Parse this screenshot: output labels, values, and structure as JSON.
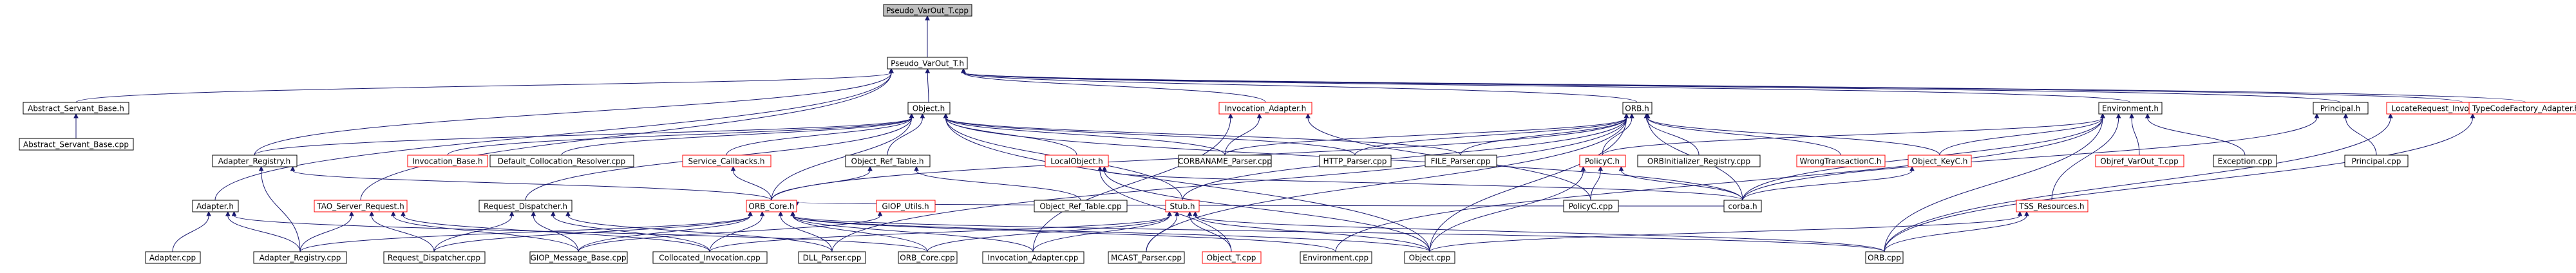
{
  "graph": {
    "root": "Pseudo_VarOut_T.cpp",
    "colors": {
      "edge": "#191970",
      "node_border": "#000000",
      "node_border_truncated": "#ff0000",
      "root_fill": "#bfbfbf"
    },
    "nodes": [
      {
        "id": "n0",
        "label": "Pseudo_VarOut_T.cpp",
        "root": true
      },
      {
        "id": "n1",
        "label": "Pseudo_VarOut_T.h"
      },
      {
        "id": "n2",
        "label": "Abstract_Servant_Base.h"
      },
      {
        "id": "n3",
        "label": "Abstract_Servant_Base.cpp"
      },
      {
        "id": "n4",
        "label": "Object.h"
      },
      {
        "id": "n5",
        "label": "Invocation_Adapter.h",
        "truncated": true
      },
      {
        "id": "n6",
        "label": "ORB.h"
      },
      {
        "id": "n7",
        "label": "Environment.h"
      },
      {
        "id": "n8",
        "label": "Principal.h"
      },
      {
        "id": "n9",
        "label": "LocateRequest_Invocation_Adapter.h",
        "truncated": true
      },
      {
        "id": "n10",
        "label": "TypeCodeFactory_Adapter.h",
        "truncated": true
      },
      {
        "id": "n11",
        "label": "Adapter_Registry.h"
      },
      {
        "id": "n12",
        "label": "Invocation_Base.h",
        "truncated": true
      },
      {
        "id": "n13",
        "label": "Default_Collocation_Resolver.cpp"
      },
      {
        "id": "n14",
        "label": "Service_Callbacks.h",
        "truncated": true
      },
      {
        "id": "n15",
        "label": "Object_Ref_Table.h"
      },
      {
        "id": "n16",
        "label": "LocalObject.h",
        "truncated": true
      },
      {
        "id": "n17",
        "label": "CORBANAME_Parser.cpp"
      },
      {
        "id": "n18",
        "label": "HTTP_Parser.cpp"
      },
      {
        "id": "n19",
        "label": "FILE_Parser.cpp"
      },
      {
        "id": "n20",
        "label": "PolicyC.h",
        "truncated": true
      },
      {
        "id": "n21",
        "label": "ORBInitializer_Registry.cpp"
      },
      {
        "id": "n22",
        "label": "WrongTransactionC.h",
        "truncated": true
      },
      {
        "id": "n23",
        "label": "Object_KeyC.h",
        "truncated": true
      },
      {
        "id": "n24",
        "label": "Objref_VarOut_T.cpp",
        "truncated": true
      },
      {
        "id": "n25",
        "label": "Exception.cpp"
      },
      {
        "id": "n26",
        "label": "Principal.cpp"
      },
      {
        "id": "n27",
        "label": "Adapter.h"
      },
      {
        "id": "n28",
        "label": "TAO_Server_Request.h",
        "truncated": true
      },
      {
        "id": "n29",
        "label": "Request_Dispatcher.h"
      },
      {
        "id": "n30",
        "label": "ORB_Core.h",
        "truncated": true
      },
      {
        "id": "n31",
        "label": "GIOP_Utils.h",
        "truncated": true
      },
      {
        "id": "n32",
        "label": "Object_Ref_Table.cpp"
      },
      {
        "id": "n33",
        "label": "Stub.h",
        "truncated": true
      },
      {
        "id": "n34",
        "label": "PolicyC.cpp"
      },
      {
        "id": "n35",
        "label": "corba.h"
      },
      {
        "id": "n36",
        "label": "TSS_Resources.h",
        "truncated": true
      },
      {
        "id": "n37",
        "label": "Adapter.cpp"
      },
      {
        "id": "n38",
        "label": "Adapter_Registry.cpp"
      },
      {
        "id": "n39",
        "label": "Request_Dispatcher.cpp"
      },
      {
        "id": "n40",
        "label": "GIOP_Message_Base.cpp"
      },
      {
        "id": "n41",
        "label": "Collocated_Invocation.cpp"
      },
      {
        "id": "n42",
        "label": "DLL_Parser.cpp"
      },
      {
        "id": "n43",
        "label": "ORB_Core.cpp"
      },
      {
        "id": "n44",
        "label": "Invocation_Adapter.cpp"
      },
      {
        "id": "n45",
        "label": "MCAST_Parser.cpp"
      },
      {
        "id": "n46",
        "label": "Object_T.cpp",
        "truncated": true
      },
      {
        "id": "n47",
        "label": "Environment.cpp"
      },
      {
        "id": "n48",
        "label": "Object.cpp"
      },
      {
        "id": "n49",
        "label": "ORB.cpp"
      }
    ],
    "edges": [
      [
        "n1",
        "n0"
      ],
      [
        "n2",
        "n1"
      ],
      [
        "n4",
        "n1"
      ],
      [
        "n5",
        "n1"
      ],
      [
        "n6",
        "n1"
      ],
      [
        "n7",
        "n1"
      ],
      [
        "n8",
        "n1"
      ],
      [
        "n9",
        "n1"
      ],
      [
        "n10",
        "n1"
      ],
      [
        "n27",
        "n1"
      ],
      [
        "n28",
        "n1"
      ],
      [
        "n11",
        "n1"
      ],
      [
        "n3",
        "n2"
      ],
      [
        "n11",
        "n4"
      ],
      [
        "n12",
        "n4"
      ],
      [
        "n13",
        "n4"
      ],
      [
        "n14",
        "n4"
      ],
      [
        "n15",
        "n4"
      ],
      [
        "n16",
        "n4"
      ],
      [
        "n17",
        "n4"
      ],
      [
        "n18",
        "n4"
      ],
      [
        "n19",
        "n4"
      ],
      [
        "n30",
        "n4"
      ],
      [
        "n33",
        "n4"
      ],
      [
        "n48",
        "n4"
      ],
      [
        "n35",
        "n4"
      ],
      [
        "n29",
        "n4"
      ],
      [
        "n17",
        "n5"
      ],
      [
        "n44",
        "n5"
      ],
      [
        "n34",
        "n5"
      ],
      [
        "n17",
        "n6"
      ],
      [
        "n18",
        "n6"
      ],
      [
        "n19",
        "n6"
      ],
      [
        "n20",
        "n6"
      ],
      [
        "n21",
        "n6"
      ],
      [
        "n22",
        "n6"
      ],
      [
        "n23",
        "n6"
      ],
      [
        "n35",
        "n6"
      ],
      [
        "n30",
        "n6"
      ],
      [
        "n33",
        "n6"
      ],
      [
        "n42",
        "n6"
      ],
      [
        "n45",
        "n6"
      ],
      [
        "n48",
        "n6"
      ],
      [
        "n23",
        "n7"
      ],
      [
        "n24",
        "n7"
      ],
      [
        "n25",
        "n7"
      ],
      [
        "n36",
        "n7"
      ],
      [
        "n35",
        "n7"
      ],
      [
        "n47",
        "n7"
      ],
      [
        "n49",
        "n7"
      ],
      [
        "n20",
        "n7"
      ],
      [
        "n26",
        "n8"
      ],
      [
        "n35",
        "n8"
      ],
      [
        "n49",
        "n9"
      ],
      [
        "n49",
        "n10"
      ],
      [
        "n38",
        "n11"
      ],
      [
        "n30",
        "n11"
      ],
      [
        "n30",
        "n14"
      ],
      [
        "n32",
        "n15"
      ],
      [
        "n30",
        "n15"
      ],
      [
        "n48",
        "n16"
      ],
      [
        "n46",
        "n16"
      ],
      [
        "n35",
        "n16"
      ],
      [
        "n34",
        "n20"
      ],
      [
        "n35",
        "n20"
      ],
      [
        "n48",
        "n20"
      ],
      [
        "n35",
        "n23"
      ],
      [
        "n37",
        "n27"
      ],
      [
        "n38",
        "n27"
      ],
      [
        "n43",
        "n27"
      ],
      [
        "n39",
        "n28"
      ],
      [
        "n40",
        "n28"
      ],
      [
        "n41",
        "n28"
      ],
      [
        "n38",
        "n28"
      ],
      [
        "n39",
        "n29"
      ],
      [
        "n40",
        "n29"
      ],
      [
        "n41",
        "n29"
      ],
      [
        "n42",
        "n29"
      ],
      [
        "n38",
        "n30"
      ],
      [
        "n39",
        "n30"
      ],
      [
        "n40",
        "n30"
      ],
      [
        "n41",
        "n30"
      ],
      [
        "n42",
        "n30"
      ],
      [
        "n43",
        "n30"
      ],
      [
        "n44",
        "n30"
      ],
      [
        "n47",
        "n30"
      ],
      [
        "n48",
        "n30"
      ],
      [
        "n49",
        "n30"
      ],
      [
        "n35",
        "n30"
      ],
      [
        "n40",
        "n31"
      ],
      [
        "n41",
        "n33"
      ],
      [
        "n43",
        "n33"
      ],
      [
        "n44",
        "n33"
      ],
      [
        "n45",
        "n33"
      ],
      [
        "n46",
        "n33"
      ],
      [
        "n48",
        "n33"
      ],
      [
        "n49",
        "n33"
      ],
      [
        "n48",
        "n36"
      ],
      [
        "n49",
        "n36"
      ]
    ]
  }
}
